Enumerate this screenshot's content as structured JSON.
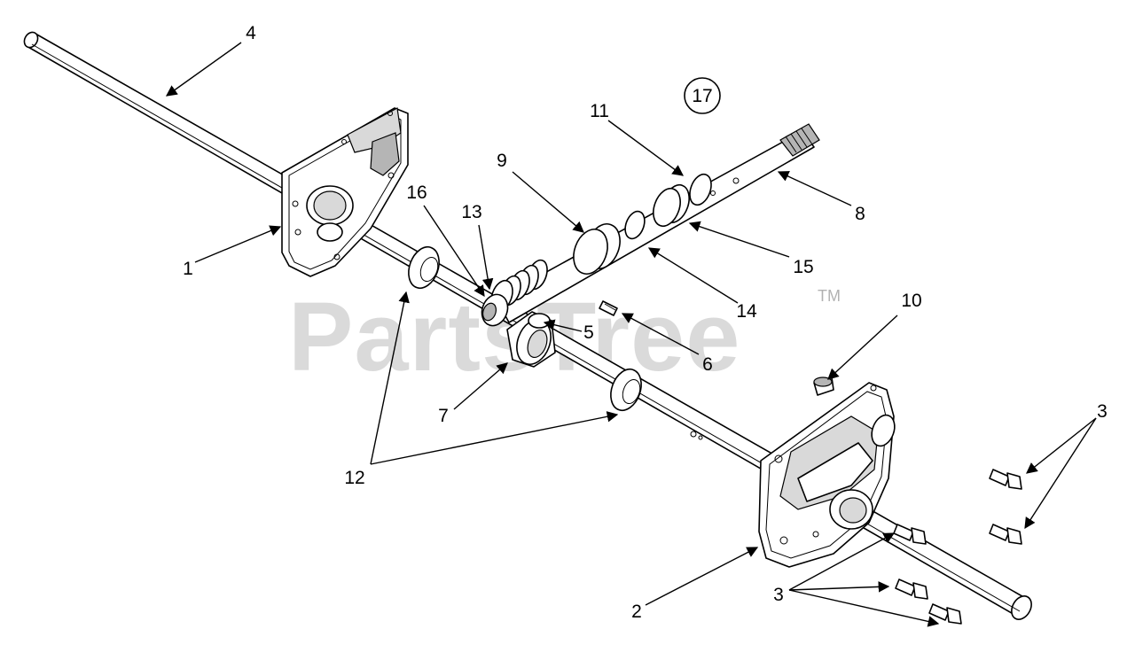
{
  "watermark": {
    "text": "PartsTree",
    "trademark": "TM"
  },
  "callouts": {
    "c1": "1",
    "c2": "2",
    "c3a": "3",
    "c3b": "3",
    "c4": "4",
    "c5": "5",
    "c6": "6",
    "c7": "7",
    "c8": "8",
    "c9": "9",
    "c10": "10",
    "c11": "11",
    "c12": "12",
    "c13": "13",
    "c14": "14",
    "c15": "15",
    "c16": "16",
    "c17": "17"
  }
}
